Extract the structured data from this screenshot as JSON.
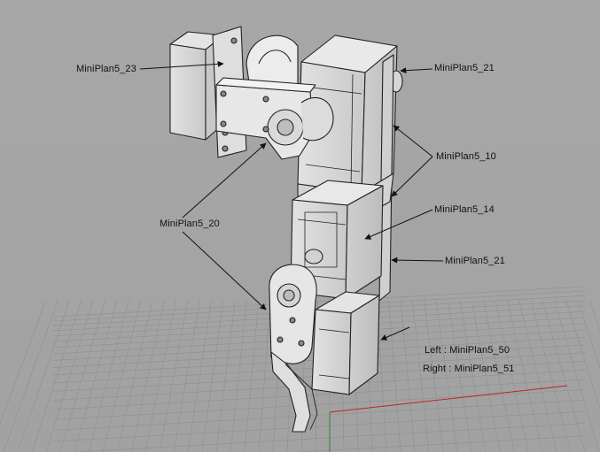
{
  "viewport": {
    "background": "#a6a6a6",
    "grid_color": "#8e8e8e",
    "axis_x_color": "#c62020",
    "axis_y_color": "#1f8a2a"
  },
  "labels": {
    "part_23": "MiniPlan5_23",
    "part_21_top": "MiniPlan5_21",
    "part_10": "MiniPlan5_10",
    "part_20": "MiniPlan5_20",
    "part_14": "MiniPlan5_14",
    "part_21_bottom": "MiniPlan5_21",
    "part_left": "Left : MiniPlan5_50",
    "part_right": "Right : MiniPlan5_51"
  }
}
